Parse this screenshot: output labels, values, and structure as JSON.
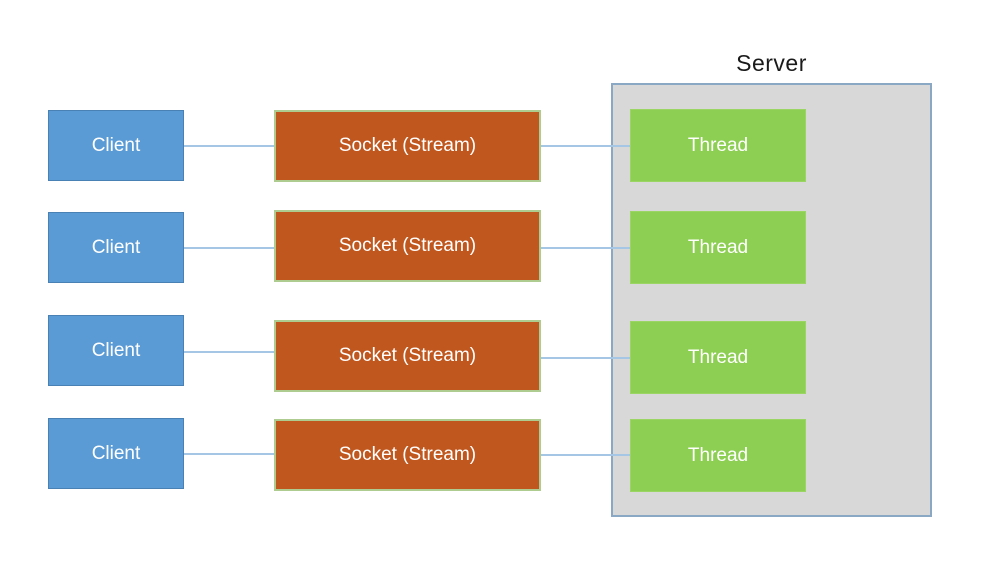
{
  "diagram": {
    "server": {
      "label": "Server"
    },
    "rows": [
      {
        "client": "Client",
        "socket": "Socket (Stream)",
        "thread": "Thread"
      },
      {
        "client": "Client",
        "socket": "Socket (Stream)",
        "thread": "Thread"
      },
      {
        "client": "Client",
        "socket": "Socket (Stream)",
        "thread": "Thread"
      },
      {
        "client": "Client",
        "socket": "Socket (Stream)",
        "thread": "Thread"
      }
    ]
  },
  "colors": {
    "client_fill": "#5B9BD5",
    "client_border": "#4981B5",
    "socket_fill": "#C0571E",
    "socket_border": "#AECB90",
    "thread_fill": "#8DCF52",
    "thread_border": "#9BD563",
    "server_fill": "#D8D8D8",
    "server_border": "#8AA8C4",
    "connector": "#A5C7E5",
    "node_text": "#FFFFFF",
    "server_text": "#1A1A1A"
  }
}
